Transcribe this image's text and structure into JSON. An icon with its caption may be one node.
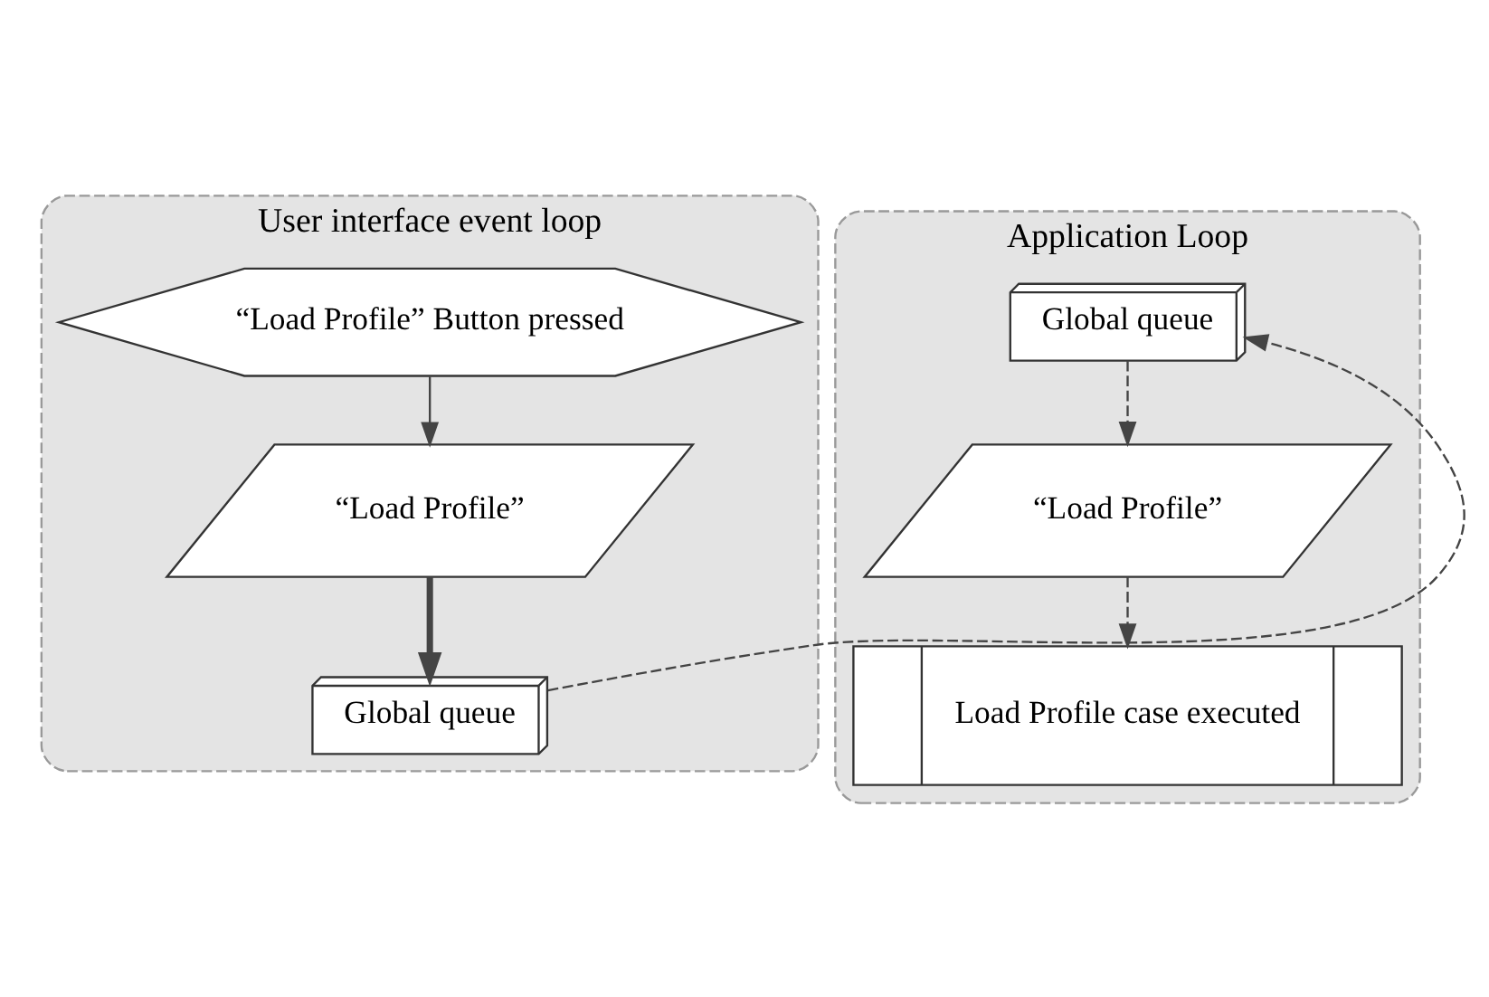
{
  "diagram": {
    "nodes": [
      {
        "text": [
          "User interface event loop"
        ]
      },
      {
        "text": [
          "“Load Profile” Button pressed"
        ],
        "in": 0
      },
      {
        "text": [
          "“Load Profile”"
        ],
        "in": 0
      },
      {
        "text": [
          "Global queue"
        ],
        "in": 0
      },
      {
        "text": [
          "Application Loop"
        ]
      },
      {
        "text": [
          "Global queue"
        ],
        "in": 4
      },
      {
        "text": [
          "“Load Profile”"
        ],
        "in": 4
      },
      {
        "text": [
          "Load Profile case executed"
        ],
        "in": 4
      }
    ],
    "edges": [
      {
        "from": 1,
        "to": 2,
        "arrow": "to"
      },
      {
        "from": 2,
        "to": 3,
        "arrow": "to",
        "style": "thick"
      },
      {
        "from": 3,
        "to": 5,
        "arrow": "to",
        "style": "dashed"
      },
      {
        "from": 5,
        "to": 6,
        "arrow": "to",
        "style": "dashed"
      },
      {
        "from": 6,
        "to": 7,
        "arrow": "to",
        "style": "dashed"
      }
    ]
  }
}
